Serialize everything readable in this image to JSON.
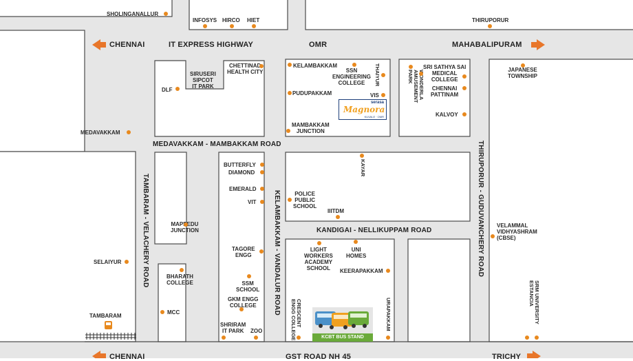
{
  "colors": {
    "road": "#e6e6e6",
    "border": "#4a4a4a",
    "dot": "#e8891e",
    "arrow": "#e8762a",
    "busBand": "#6aaa3a"
  },
  "roads": {
    "top_west": "CHENNAI",
    "top_center": "IT EXPRESS HIGHWAY",
    "top_omr": "OMR",
    "top_east": "MAHABALIPURAM",
    "medavakkam_road": "MEDAVAKKAM - MAMBAKKAM ROAD",
    "kandigai_road": "KANDIGAI - NELLIKUPPAM ROAD",
    "tambaram_road": "TAMBARAM - VELACHERY ROAD",
    "kelambakkam_road": "KELAMBAKKAM - VANDALUR ROAD",
    "thiruporur_road": "THIRUPORUR - GUDUVANCHERY ROAD",
    "bottom_west": "CHENNAI",
    "bottom_center": "GST ROAD NH 45",
    "bottom_east": "TRICHY"
  },
  "places": {
    "sholinganallur": "SHOLINGANALLUR",
    "infosys": "INFOSYS",
    "hirco": "HIRCO",
    "hiet": "HIET",
    "thiruporur": "THIRUPORUR",
    "siruseri": "SIRUSERI\nSIPCOT\nIT PARK",
    "chettinad": "CHETTINAD\nHEALTH CITY",
    "dlf": "DLF",
    "medavakkam": "MEDAVAKKAM",
    "kelambakkam": "KELAMBAKKAM",
    "ssn": "SSN\nENGINEERING\nCOLLEGE",
    "thaiyur": "THAIYUR",
    "vis": "VIS",
    "pudupakkam": "PUDUPAKKAM",
    "mambakkam": "MAMBAKKAM\nJUNCTION",
    "wonderla": "WONDERLA\nAMUSEMENT\nPARK",
    "sathya": "SRI SATHYA SAI\nMEDICAL\nCOLLEGE",
    "pattinam": "CHENNAI\nPATTINAM",
    "kalvoy": "KALVOY",
    "japanese": "JAPANESE\nTOWNSHIP",
    "butterfly": "BUTTERFLY",
    "diamond": "DIAMOND",
    "emerald": "EMERALD",
    "vit": "VIT",
    "kayar": "KAYAR",
    "police": "POLICE\nPUBLIC\nSCHOOL",
    "iiitdm": "IIITDM",
    "mappedu": "MAPPEDU\nJUNCTION",
    "selaiyur": "SELAIYUR",
    "tagore": "TAGORE\nENGG",
    "bharath": "BHARATH\nCOLLEGE",
    "ssm": "SSM\nSCHOOL",
    "gkm": "GKM ENGG\nCOLLEGE",
    "mcc": "MCC",
    "tambaram": "TAMBARAM",
    "shriram": "SHRIRAM\nIT PARK",
    "zoo": "ZOO",
    "lightworkers": "LIGHT\nWORKERS\nACADEMY\nSCHOOL",
    "unihomes": "UNI\nHOMES",
    "keerapakkam": "KEERAPAKKAM",
    "crescent": "CRESCENT\nENGG COLLEGE",
    "urapakkam": "URAPAKKAM",
    "velammal": "VELAMMAL\nVIDHYASHRAM\n(CBSE)",
    "srm": "SRM UNIVERSITY\nESTANCIA"
  },
  "bus_stand": "KCBT BUS STAND",
  "brand": {
    "small": "serasa",
    "name": "Magnora",
    "tag": "KUVALE · OMR"
  }
}
